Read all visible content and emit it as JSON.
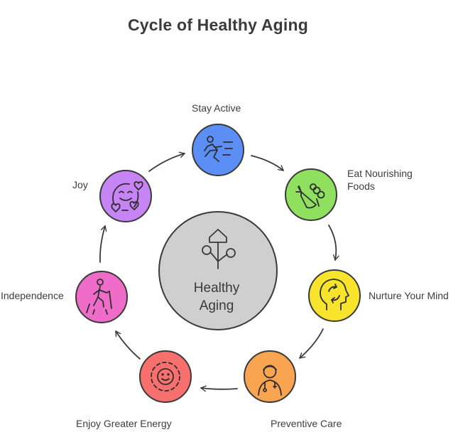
{
  "title": "Cycle of Healthy Aging",
  "center": {
    "line1": "Healthy",
    "line2": "Aging",
    "icon": "growth-plant-icon"
  },
  "steps": [
    {
      "label": "Stay Active",
      "icon": "running-person-icon",
      "color": "#5b8ff5"
    },
    {
      "label": "Eat Nourishing\nFoods",
      "icon": "vegetables-icon",
      "color": "#8ee05e"
    },
    {
      "label": "Nurture Your Mind",
      "icon": "head-mind-icon",
      "color": "#f8e42c"
    },
    {
      "label": "Preventive Care",
      "icon": "doctor-icon",
      "color": "#f9a451"
    },
    {
      "label": "Enjoy Greater Energy",
      "icon": "smiling-energy-icon",
      "color": "#f7706d"
    },
    {
      "label": "Independence",
      "icon": "walking-cane-icon",
      "color": "#ef6cc8"
    },
    {
      "label": "Joy",
      "icon": "happy-hearts-icon",
      "color": "#c684f5"
    }
  ]
}
